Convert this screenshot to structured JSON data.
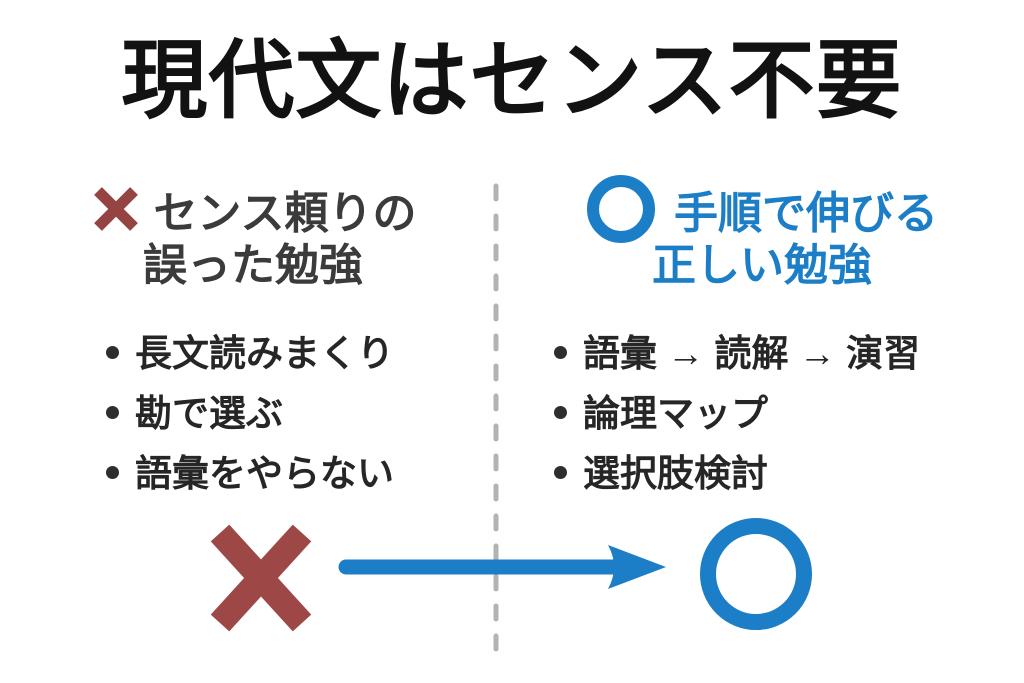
{
  "page": {
    "title": "現代文はセンス不要"
  },
  "left_column": {
    "mark": "cross",
    "heading_line1": "センス頼りの",
    "heading_line2": "誤った勉強",
    "bullets": [
      "長文読みまくり",
      "勘で選ぶ",
      "語彙をやらない"
    ]
  },
  "right_column": {
    "mark": "circle",
    "heading_line1": "手順で伸びる",
    "heading_line2": "正しい勉強",
    "bullets": [
      "語彙 → 読解 → 演習",
      "論理マップ",
      "選択肢検討"
    ]
  },
  "bottom_row": {
    "from_symbol": "cross-icon",
    "transition": "right-arrow-icon",
    "to_symbol": "circle-icon"
  },
  "icons": {
    "cross_small": "cross-icon",
    "circle_small": "circle-outline-icon",
    "cross_big": "big-cross-icon",
    "arrow": "right-arrow-icon",
    "circle_big": "big-circle-outline-icon",
    "divider": "vertical-dashed-divider"
  },
  "colors": {
    "background": "#ffffff",
    "title_text": "#121212",
    "wrong_red": "#954343",
    "wrong_red_big": "#9d4747",
    "correct_blue": "#1b7ec6",
    "heading_gray": "#3b3b3b",
    "bullet_text": "#262626",
    "divider_gray": "#b3b3b3"
  }
}
